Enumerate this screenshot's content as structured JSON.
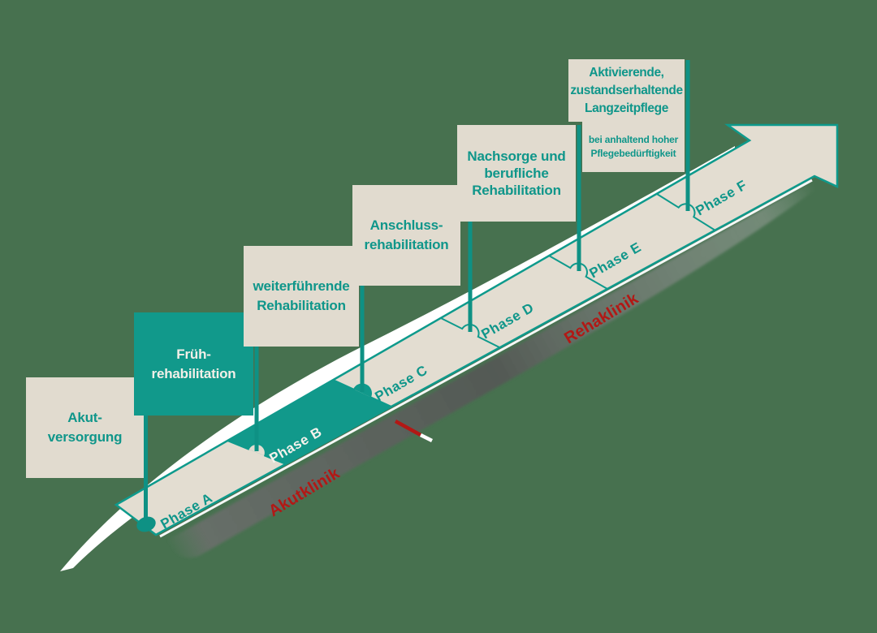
{
  "colors": {
    "background": "#47714F",
    "teal": "#11998B",
    "teal_dark": "#0E9184",
    "beige": "#E1DBCF",
    "red": "#B21815",
    "white": "#FFFFFF",
    "shadow_gray": "#5A5A5A"
  },
  "flags": [
    {
      "id": "akutversorgung",
      "lines": [
        "Akut-",
        "versorgung"
      ]
    },
    {
      "id": "fruehrehabilitation",
      "lines": [
        "Früh-",
        "rehabilitation"
      ]
    },
    {
      "id": "weiterfuehrende",
      "lines": [
        "weiterführende",
        "Rehabilitation"
      ]
    },
    {
      "id": "anschluss",
      "lines": [
        "Anschluss-",
        "rehabilitation"
      ]
    },
    {
      "id": "nachsorge",
      "lines": [
        "Nachsorge und",
        "berufliche",
        "Rehabilitation"
      ]
    },
    {
      "id": "langzeitpflege",
      "lines": [
        "Aktivierende,",
        "zustandserhaltende",
        "Langzeitpflege"
      ],
      "note": [
        "bei anhaltend hoher",
        "Pflegebedürftigkeit"
      ]
    }
  ],
  "phases": [
    "Phase A",
    "Phase B",
    "Phase C",
    "Phase D",
    "Phase E",
    "Phase F"
  ],
  "track_labels": {
    "acute": "Akutklinik",
    "rehab": "Rehaklinik"
  }
}
